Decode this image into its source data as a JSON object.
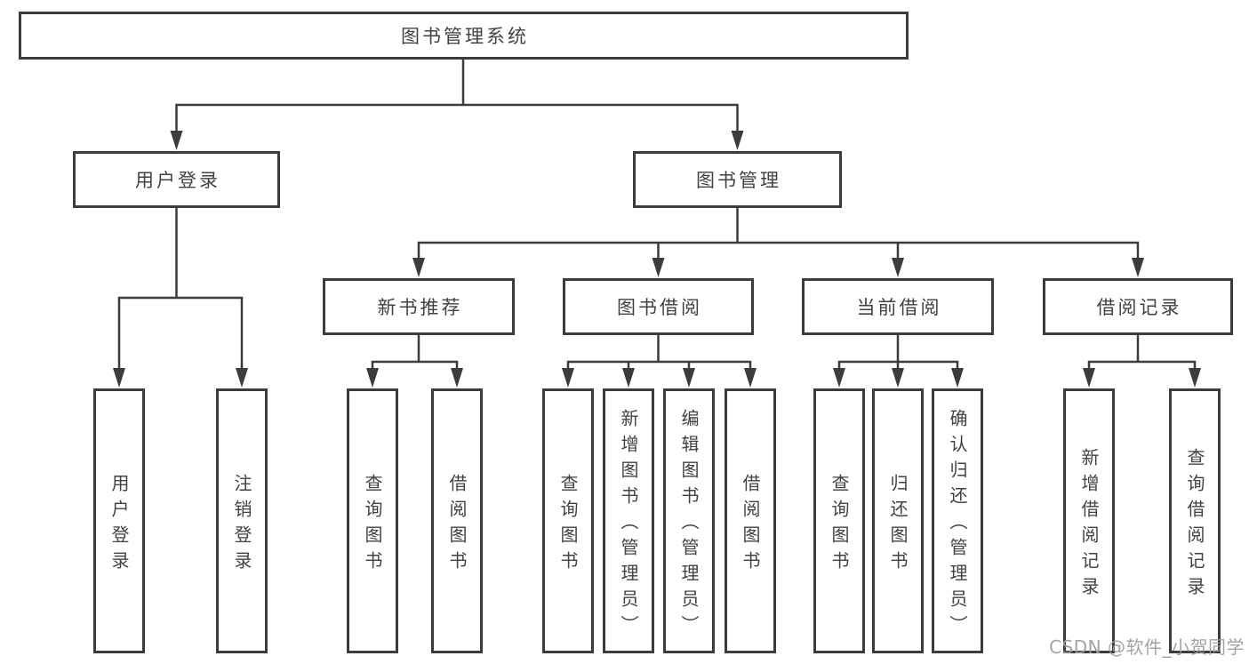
{
  "palette": {
    "background": "#ffffff",
    "line_color": "#3c3c3c",
    "text_color": "#424242",
    "watermark_color": "#9b9b9b"
  },
  "diagram": {
    "root": {
      "label": "图书管理系统"
    },
    "branches": [
      {
        "label": "用户登录",
        "children": [
          {
            "label": "用户登录"
          },
          {
            "label": "注销登录"
          }
        ]
      },
      {
        "label": "图书管理",
        "children": [
          {
            "label": "新书推荐",
            "children": [
              {
                "label": "查询图书"
              },
              {
                "label": "借阅图书"
              }
            ]
          },
          {
            "label": "图书借阅",
            "children": [
              {
                "label": "查询图书"
              },
              {
                "label": "新增图书（管理员）"
              },
              {
                "label": "编辑图书（管理员）"
              },
              {
                "label": "借阅图书"
              }
            ]
          },
          {
            "label": "当前借阅",
            "children": [
              {
                "label": "查询图书"
              },
              {
                "label": "归还图书"
              },
              {
                "label": "确认归还（管理员）"
              }
            ]
          },
          {
            "label": "借阅记录",
            "children": [
              {
                "label": "新增借阅记录"
              },
              {
                "label": "查询借阅记录"
              }
            ]
          }
        ]
      }
    ]
  },
  "watermark": {
    "text": "CSDN @软件_小贺同学"
  }
}
